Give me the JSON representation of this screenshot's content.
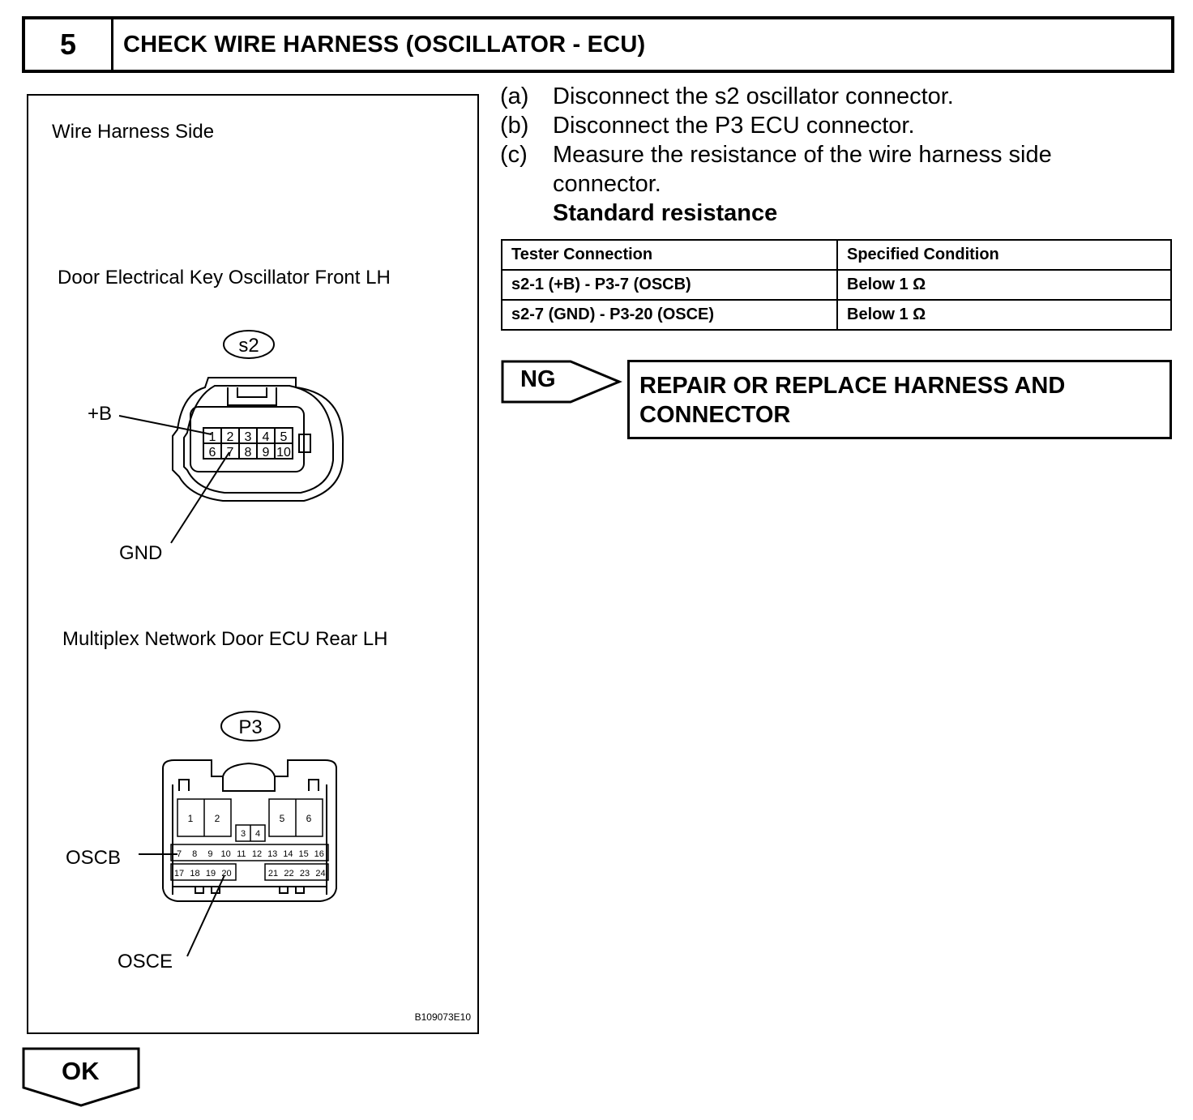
{
  "step": {
    "number": "5",
    "title": "CHECK WIRE HARNESS (OSCILLATOR - ECU)"
  },
  "diagram": {
    "heading": "Wire Harness Side",
    "connector1": {
      "title": "Door Electrical Key Oscillator Front LH",
      "id": "s2",
      "pins_row1": [
        "1",
        "2",
        "3",
        "4",
        "5"
      ],
      "pins_row2": [
        "6",
        "7",
        "8",
        "9",
        "10"
      ],
      "label_top": "+B",
      "label_bottom": "GND"
    },
    "connector2": {
      "title": "Multiplex Network Door ECU Rear LH",
      "id": "P3",
      "pins_big": [
        "1",
        "2",
        "5",
        "6"
      ],
      "pins_small": [
        "3",
        "4"
      ],
      "pins_row1": [
        "7",
        "8",
        "9",
        "10",
        "11",
        "12",
        "13",
        "14",
        "15",
        "16"
      ],
      "pins_row2_left": [
        "17",
        "18",
        "19",
        "20"
      ],
      "pins_row2_right": [
        "21",
        "22",
        "23",
        "24"
      ],
      "label_top": "OSCB",
      "label_bottom": "OSCE"
    },
    "figure_code": "B109073E10"
  },
  "instructions": [
    {
      "label": "(a)",
      "text": "Disconnect the s2 oscillator connector."
    },
    {
      "label": "(b)",
      "text": "Disconnect the P3 ECU connector."
    },
    {
      "label": "(c)",
      "text": "Measure the resistance of the wire harness side connector."
    }
  ],
  "standard_resistance_label": "Standard resistance",
  "table": {
    "headers": [
      "Tester Connection",
      "Specified Condition"
    ],
    "rows": [
      [
        "s2-1 (+B) - P3-7 (OSCB)",
        "Below 1 Ω"
      ],
      [
        "s2-7 (GND) - P3-20 (OSCE)",
        "Below 1 Ω"
      ]
    ]
  },
  "ng": {
    "label": "NG",
    "action_line1": "REPAIR OR REPLACE HARNESS AND",
    "action_line2": "CONNECTOR"
  },
  "ok": {
    "label": "OK"
  }
}
